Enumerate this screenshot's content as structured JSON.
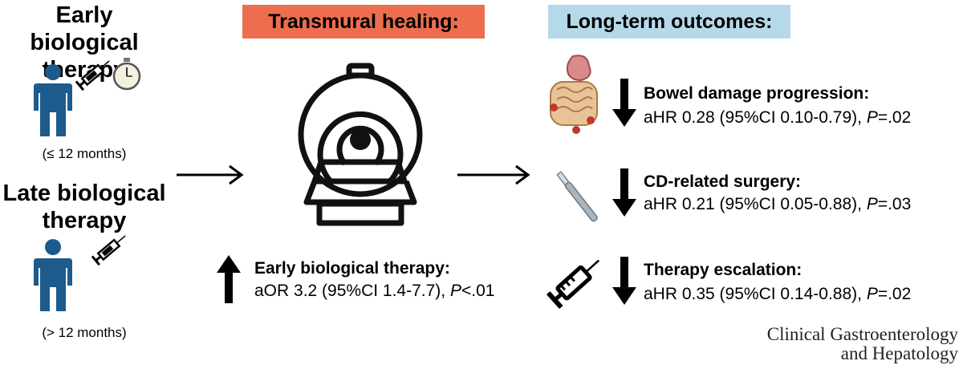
{
  "groups": {
    "early": {
      "title_line1": "Early biological",
      "title_line2": "therapy",
      "period": "(≤ 12 months)"
    },
    "late": {
      "title_line1": "Late biological",
      "title_line2": "therapy",
      "period": "(> 12 months)"
    }
  },
  "banners": {
    "healing": {
      "label": "Transmural healing:",
      "color": "#ec6e4f"
    },
    "outcomes": {
      "label": "Long-term outcomes:",
      "color": "#b6d9ea"
    }
  },
  "healing_association": {
    "title": "Early biological therapy:",
    "stat_prefix": "aOR 3.2 (95%CI 1.4-7.7), ",
    "p_label": "P",
    "p_value": "<.01",
    "direction": "up"
  },
  "outcomes": [
    {
      "title": "Bowel damage progression:",
      "stat_prefix": "aHR 0.28 (95%CI 0.10-0.79), ",
      "p_label": "P",
      "p_value": "=.02",
      "icon": "intestine-icon",
      "direction": "down"
    },
    {
      "title": "CD-related surgery:",
      "stat_prefix": "aHR 0.21 (95%CI 0.05-0.88), ",
      "p_label": "P",
      "p_value": "=.03",
      "icon": "scalpel-icon",
      "direction": "down"
    },
    {
      "title": "Therapy escalation:",
      "stat_prefix": "aHR 0.35 (95%CI 0.14-0.88), ",
      "p_label": "P",
      "p_value": "=.02",
      "icon": "syringe-icon",
      "direction": "down"
    }
  ],
  "journal": {
    "line1": "Clinical Gastroenterology",
    "line2": "and Hepatology"
  },
  "colors": {
    "person": "#1c5b8c",
    "arrow": "#000000"
  }
}
